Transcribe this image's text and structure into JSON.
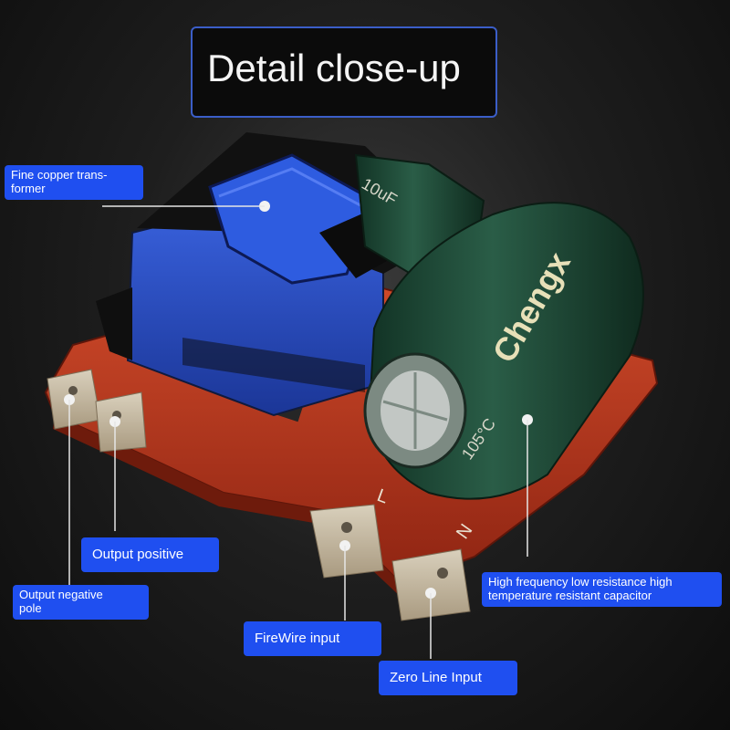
{
  "title": "Detail close-up",
  "product_text": {
    "capacitor_brand": "Chengx",
    "capacitor_small_marking": "10uF",
    "capacitor_large_marking": "105°C",
    "pcb_letter_l": "L",
    "pcb_letter_n": "N"
  },
  "callouts": {
    "transformer": "Fine copper trans-\nformer",
    "output_positive": "Output positive",
    "output_negative": "Output negative\npole",
    "capacitor": "High frequency low resistance high\ntemperature resistant capacitor",
    "firewire_input": "FireWire input",
    "zero_line_input": "Zero Line Input"
  },
  "colors": {
    "label_background": "#1f4ff0",
    "title_border": "#3b5ec8",
    "pcb_red": "#b8321c",
    "transformer_blue": "#2a4bc4",
    "capacitor_green": "#1f4a37"
  }
}
